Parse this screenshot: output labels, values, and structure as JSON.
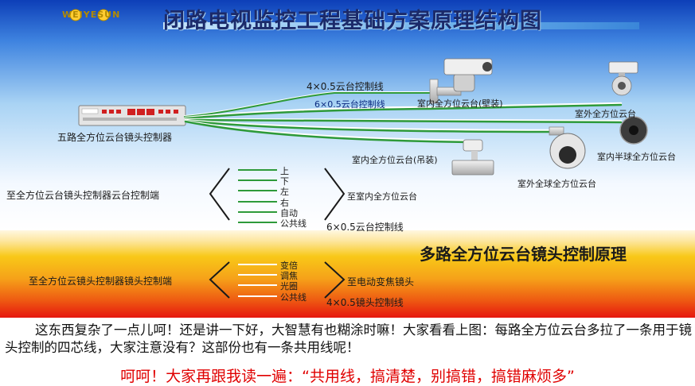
{
  "title": "闭路电视监控工程基础方案原理结构图",
  "logo_text": "WEIYESUN",
  "controller_label": "五路全方位云台镜头控制器",
  "cable_labels": {
    "c4x05_ptz": "4×0.5云台控制线",
    "c6x05_ptz_top": "6×0.5云台控制线",
    "c6x05_ptz_mid": "6×0.5云台控制线",
    "c4x05_lens": "4×0.5镜头控制线"
  },
  "cameras": {
    "indoor_wall": "室内全方位云台(壁装)",
    "outdoor_ptz": "室外全方位云台",
    "indoor_dome": "室内半球全方位云台",
    "indoor_ceiling": "室内全方位云台(吊装)",
    "outdoor_dome": "室外全球全方位云台"
  },
  "ptz_section": {
    "left_label": "至全方位云台镜头控制器云台控制端",
    "right_label": "至室内全方位云台",
    "wires": [
      "上",
      "下",
      "左",
      "右",
      "自动",
      "公共线"
    ]
  },
  "lens_section": {
    "left_label": "至全方位云镜头控制器镜头控制端",
    "right_label": "至电动变焦镜头",
    "wires": [
      "变倍",
      "调焦",
      "光圈",
      "公共线"
    ]
  },
  "section_title": "多路全方位云台镜头控制原理",
  "paragraph": "这东西复杂了一点儿呵！还是讲一下好，大智慧有也糊涂时嘛！大家看看上图：每路全方位云台多拉了一条用于镜头控制的四芯线，大家注意没有？这部份也有一条共用线呢！",
  "quote": "呵呵！大家再跟我读一遍：“共用线，搞清楚，别搞错，搞错麻烦多”",
  "colors": {
    "title_text": "#1b2a6a",
    "sky_top": "#0d3fb8",
    "sky_bottom": "#ffffff",
    "warm_bottom": "#e6170f",
    "warm_mid": "#f8c818",
    "cable_green": "#2e9a3a",
    "cable_white": "#ffffff",
    "quote_red": "#e00000"
  }
}
